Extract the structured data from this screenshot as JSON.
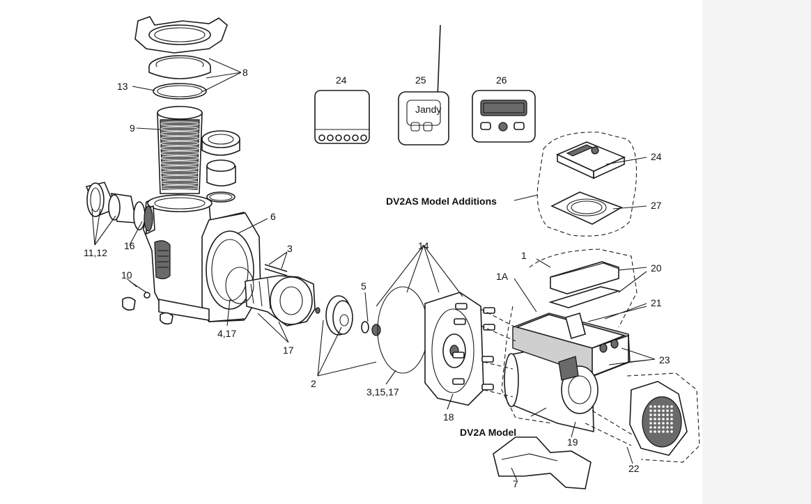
{
  "callouts": {
    "c1": "1",
    "c1a": "1A",
    "c2": "2",
    "c3a": "3",
    "c3b": "3,15,17",
    "c4": "4,17",
    "c5": "5",
    "c6": "6",
    "c7": "7",
    "c8": "8",
    "c9": "9",
    "c10": "10",
    "c11": "11,12",
    "c13": "13",
    "c14": "14",
    "c16": "16",
    "c17": "17",
    "c18": "18",
    "c19": "19",
    "c20": "20",
    "c21": "21",
    "c22": "22",
    "c23": "23",
    "c24a": "24",
    "c24b": "24",
    "c25": "25",
    "c26": "26",
    "c27": "27"
  },
  "titles": {
    "dv2as": "DV2AS Model Additions",
    "dv2a": "DV2A Model"
  },
  "product_label": "Jandy"
}
